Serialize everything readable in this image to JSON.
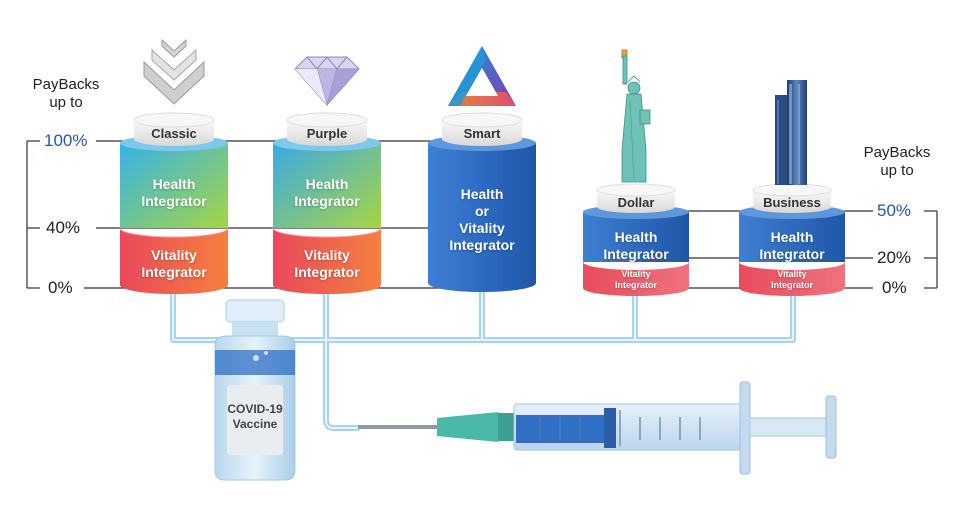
{
  "left_axis": {
    "heading_line1": "PayBacks",
    "heading_line2": "up to",
    "ticks": [
      "100%",
      "40%",
      "0%"
    ]
  },
  "right_axis": {
    "heading_line1": "PayBacks",
    "heading_line2": "up to",
    "ticks": [
      "50%",
      "20%",
      "0%"
    ]
  },
  "plans": [
    {
      "name": "Classic",
      "icon": "chevron-logo-icon",
      "top_line1": "Health",
      "top_line2": "Integrator",
      "bottom_line1": "Vitality",
      "bottom_line2": "Integrator"
    },
    {
      "name": "Purple",
      "icon": "diamond-icon",
      "top_line1": "Health",
      "top_line2": "Integrator",
      "bottom_line1": "Vitality",
      "bottom_line2": "Integrator"
    },
    {
      "name": "Smart",
      "icon": "triangle-logo-icon",
      "line1": "Health",
      "line2": "or",
      "line3": "Vitality",
      "line4": "Integrator"
    },
    {
      "name": "Dollar",
      "icon": "statue-of-liberty-icon",
      "top_line1": "Health",
      "top_line2": "Integrator",
      "bottom_line1": "Vitality",
      "bottom_line2": "Integrator"
    },
    {
      "name": "Business",
      "icon": "skyscraper-icon",
      "top_line1": "Health",
      "top_line2": "Integrator",
      "bottom_line1": "Vitality",
      "bottom_line2": "Integrator"
    }
  ],
  "vial": {
    "line1": "COVID-19",
    "line2": "Vaccine",
    "icon": "vaccine-vial-icon"
  },
  "syringe": {
    "icon": "syringe-icon"
  },
  "colors": {
    "health_gradient": [
      "#3ab5e6",
      "#9fd44a"
    ],
    "vitality_gradient": [
      "#e8505a",
      "#f47a45"
    ],
    "blue_cylinder": "#2f6fc4",
    "pipe": "#cfe7f3",
    "accent_blue": "#2a55a6"
  }
}
